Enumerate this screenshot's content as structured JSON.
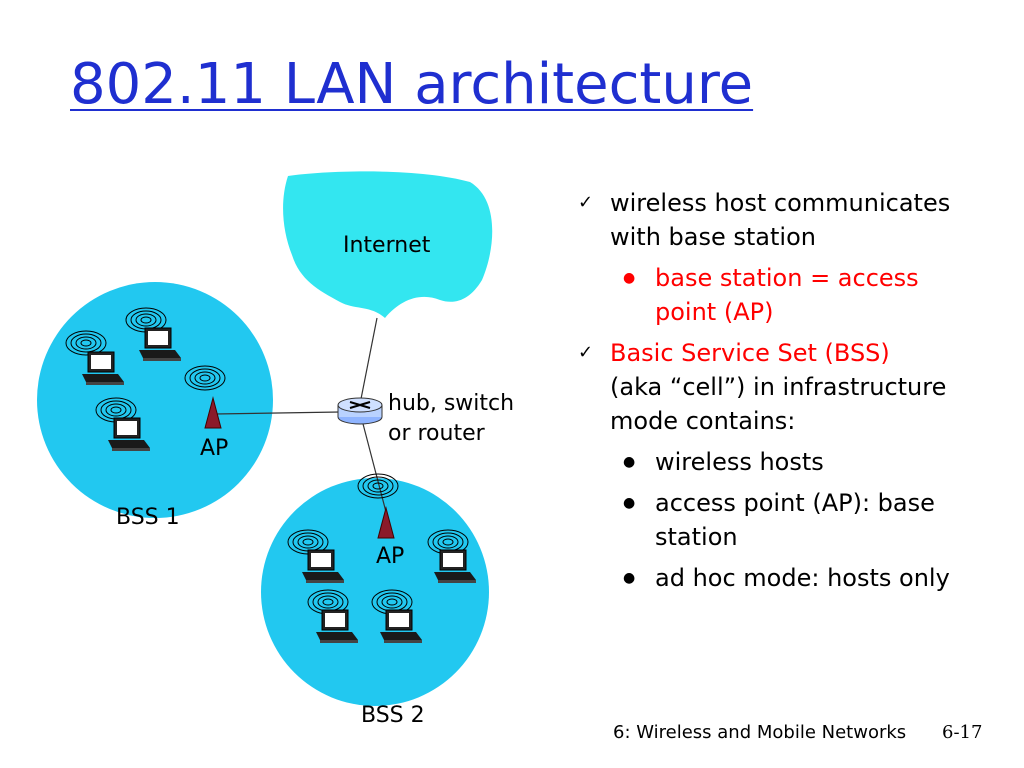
{
  "slide": {
    "title": "802.11 LAN architecture",
    "footer": {
      "course": "6: Wireless and Mobile Networks",
      "page": "6-17"
    }
  },
  "diagram": {
    "cloud_label": "Internet",
    "router_label_line1": "hub, switch",
    "router_label_line2": "or router",
    "ap1_label": "AP",
    "ap2_label": "AP",
    "bss1_label": "BSS 1",
    "bss2_label": "BSS 2"
  },
  "bullets": [
    {
      "text_line1": "wireless host communicates",
      "text_line2": "with base station"
    },
    {
      "sub_line1": "base station = access",
      "sub_line2": "point (AP)"
    },
    {
      "text_line1_red": "Basic Service Set (BSS)",
      "text_line2": "(aka “cell”) in infrastructure",
      "text_line3": "mode contains:"
    },
    {
      "sub": "wireless hosts"
    },
    {
      "sub_line1": "access point (AP): base",
      "sub_line2": "station"
    },
    {
      "sub": "ad hoc mode: hosts only"
    }
  ],
  "colors": {
    "title": "#1f2fd0",
    "cloud": "#33e6f0",
    "bss": "#22c8f0",
    "red": "#ff0000",
    "ap": "#8b1a2a"
  }
}
